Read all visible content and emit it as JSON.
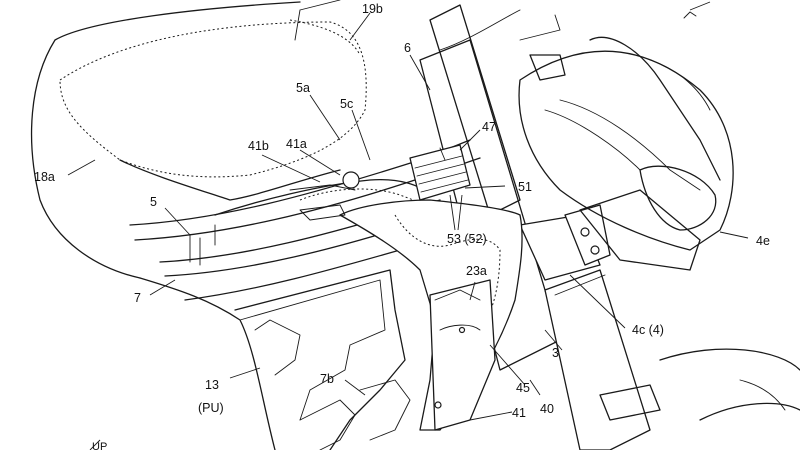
{
  "figure": {
    "labels": {
      "l19b": "19b",
      "l6": "6",
      "l5a": "5a",
      "l5c": "5c",
      "l47": "47",
      "l41b": "41b",
      "l41a": "41a",
      "l18a": "18a",
      "l51": "51",
      "l5": "5",
      "l53": "53 (52)",
      "l4e": "4e",
      "l23a": "23a",
      "l7": "7",
      "l4c": "4c (4)",
      "l3": "3",
      "l13": "13",
      "lPU": "(PU)",
      "l7b": "7b",
      "l45": "45",
      "l41": "41",
      "l40": "40",
      "lUP": "UP"
    }
  }
}
